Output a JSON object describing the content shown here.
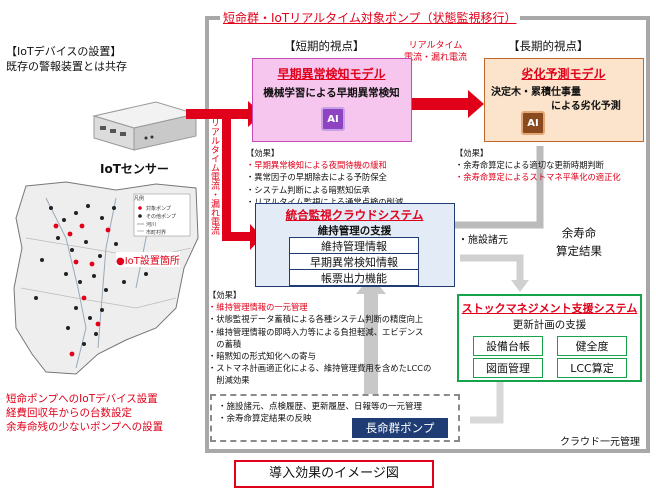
{
  "header": {
    "title": "短命群・IoTリアルタイム対象ポンプ（状態監視移行）"
  },
  "left": {
    "install_lines": [
      "【IoTデバイスの設置】",
      "既存の警報装置とは共存"
    ],
    "sensor_label": "IoTセンサー",
    "map_legend_label": "●IoT設置箇所",
    "map_key_title": "凡例",
    "map_key_items": [
      "対象ポンプ",
      "その他ポンプ",
      "河川",
      "市町村界"
    ],
    "notes": [
      "短命ポンプへのIoTデバイス設置",
      "経費回収年からの台数設定",
      "余寿命残の少ないポンプへの設置"
    ]
  },
  "short_term": {
    "heading": "【短期的視点】",
    "model_title": "早期異常検知モデル",
    "model_desc": "機械学習による早期異常検知",
    "ai": "AI"
  },
  "long_term": {
    "heading": "【長期的視点】",
    "model_title": "劣化予測モデル",
    "model_desc_lines": [
      "決定木・累積仕事量",
      "による劣化予測"
    ],
    "ai": "AI"
  },
  "arrows": {
    "realtime_top_lines": [
      "リアルタイム",
      "電流・漏れ電流"
    ],
    "realtime_vertical_lines": [
      "リアルタイム電流",
      "・",
      "漏れ電流"
    ],
    "facility_specs": "・施設諸元",
    "remaining_life_lines": [
      "余寿命",
      "算定結果"
    ]
  },
  "effects1": {
    "heading": "【効果】",
    "items": [
      {
        "text": "・早期異常検知による夜間待機の緩和",
        "red": true
      },
      {
        "text": "・異常因子の早期除去による予防保全",
        "red": false
      },
      {
        "text": "・システム判断による暗黙知伝承",
        "red": false
      },
      {
        "text": "・リアルタイム監視による通常点検の削減",
        "red": false
      }
    ]
  },
  "effects2": {
    "heading": "【効果】",
    "items": [
      {
        "text": "・余寿命算定による適切な更新時期判断",
        "red": false
      },
      {
        "text": "・余寿命算定によるストマネ平準化の適正化",
        "red": true
      }
    ]
  },
  "effects3": {
    "heading": "【効果】",
    "items": [
      {
        "text": "・維持管理情報の一元管理",
        "red": true
      },
      {
        "text": "・状態監視データ蓄積による各種システム判断の精度向上",
        "red": false
      },
      {
        "text": "・維持管理情報の即時入力等による負担軽減、エビデンス",
        "red": false
      },
      {
        "text": "　の蓄積",
        "red": false
      },
      {
        "text": "・暗黙知の形式知化への寄与",
        "red": false
      },
      {
        "text": "・ストマネ計画適正化による、維持管理費用を含めたLCCの",
        "red": false
      },
      {
        "text": "　削減効果",
        "red": false
      }
    ]
  },
  "cloud_system": {
    "title": "統合監視クラウドシステム",
    "support": "維持管理の支援",
    "items": [
      "維持管理情報",
      "早期異常検知情報",
      "帳票出力機能"
    ]
  },
  "stock": {
    "title": "ストックマネジメント支援システム",
    "support": "更新計画の支援",
    "items": [
      "設備台帳",
      "健全度",
      "図面管理",
      "LCC算定"
    ]
  },
  "bottom": {
    "info_lines": [
      "・施設諸元、点検履歴、更新履歴、日報等の一元管理",
      "・余寿命算定結果の反映"
    ],
    "pump_label": "長命群ポンプ",
    "cloud_label": "クラウド一元管理",
    "caption": "導入効果のイメージ図"
  },
  "colors": {
    "red": "#e0001a",
    "pink_fill": "#f7c6ee",
    "pink_border": "#c64cb4",
    "orange_fill": "#fbe3cc",
    "orange_border": "#c0682a",
    "navy": "#1f3c74",
    "blue_fill": "#e3ebf6",
    "green": "#16a34a",
    "gray": "#a8a8a8"
  }
}
